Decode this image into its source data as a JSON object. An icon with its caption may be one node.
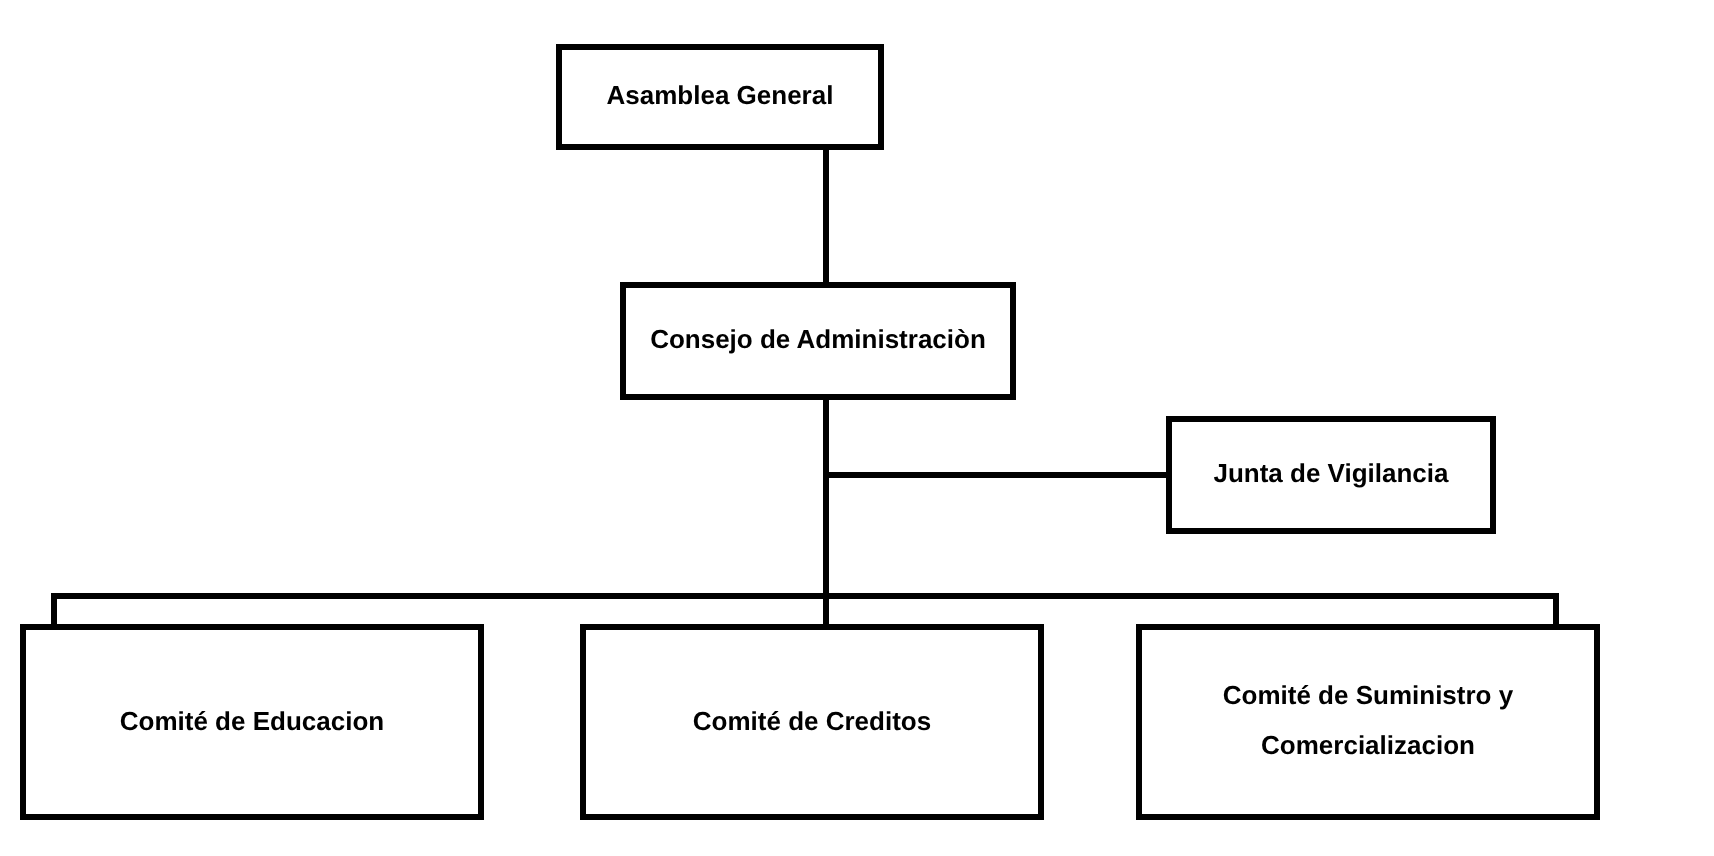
{
  "diagram": {
    "nodes": [
      {
        "text": [
          "Asamblea General"
        ]
      },
      {
        "text": [
          "Consejo de Administraciòn"
        ]
      },
      {
        "text": [
          "Junta de Vigilancia"
        ]
      },
      {
        "text": [
          "Comité de Educacion"
        ]
      },
      {
        "text": [
          "Comité de Creditos"
        ]
      },
      {
        "text": [
          "Comité de Suministro y Comercializacion"
        ]
      }
    ],
    "edges": [
      {
        "from": 0,
        "to": 1,
        "arrow": "none"
      },
      {
        "from": 1,
        "to": 2,
        "arrow": "none"
      },
      {
        "from": 1,
        "to": 3,
        "arrow": "none"
      },
      {
        "from": 1,
        "to": 4,
        "arrow": "none"
      },
      {
        "from": 1,
        "to": 5,
        "arrow": "none"
      }
    ]
  }
}
